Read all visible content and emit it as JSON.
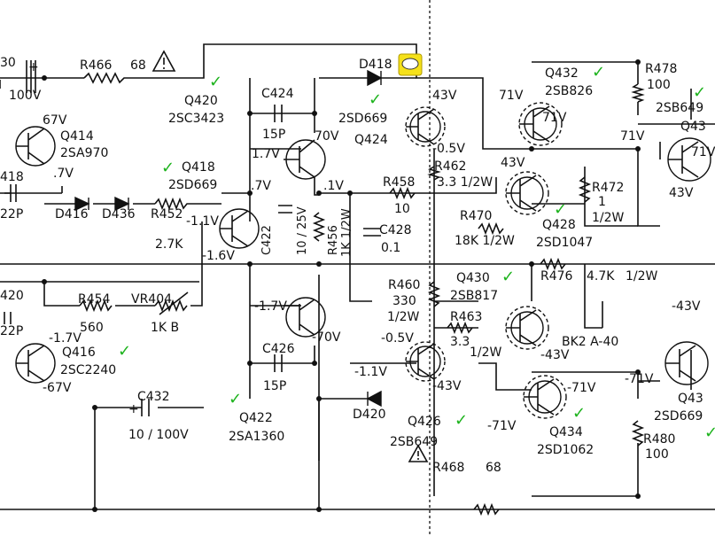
{
  "labels": {
    "r466": "R466",
    "r466v": "68",
    "top_left_v": "30",
    "top_left_plus": "+",
    "v100": "100V",
    "d418": "D418",
    "q420": "Q420",
    "q420t": "2SC3423",
    "c424": "C424",
    "c424v": "15P",
    "v70a": "70V",
    "v17a": "1.7V",
    "v1a": ".1V",
    "v17b": ".7V",
    "q414": "Q414",
    "q414t": "2SA970",
    "v67a": "67V",
    "v17c": ".7V",
    "c418": "418",
    "c418v": "22P",
    "q418": "Q418",
    "q418t": "2SD669",
    "d416": "D416",
    "d436": "D436",
    "r452": "R452",
    "r452v": "2.7K",
    "v11": "-1.1V",
    "v16": "-1.6V",
    "c422": "C422",
    "r456": "R456",
    "r456v": "1K 1/2W",
    "c10_25": "10 / 25V",
    "v43a": "43V",
    "v05": "-0.5V",
    "q424": "Q424",
    "q424t": "2SD669",
    "r462": "R462",
    "r462v": "3.3 1/2W",
    "r458": "R458",
    "r458v": "10",
    "c428": "C428",
    "c428v": "0.1",
    "r470": "R470",
    "r470v": "18K 1/2W",
    "q432": "Q432",
    "q432t": "2SB826",
    "v71a": "71V",
    "v71b": "71V",
    "v71c": "71V",
    "r478": "R478",
    "r478v": "100",
    "sb649r": "2SB649",
    "q43r": "Q43",
    "v71r": "71V",
    "v43r": "43V",
    "v43b": "43V",
    "r472": "R472",
    "r472v": "1",
    "r472w": "1/2W",
    "q428": "Q428",
    "q428t": "2SD1047",
    "q430": "Q430",
    "q430t": "2SB817",
    "r476": "R476",
    "r476v": "4.7K",
    "r476w": "1/2W",
    "r460": "R460",
    "r460v": "330",
    "r460w": "1/2W",
    "r463": "R463",
    "r463v": "3.3",
    "r463w": "1/2W",
    "v05b": "-0.5V",
    "v11b": "-1.1V",
    "v43c": "-43V",
    "v43d": "-43V",
    "v43e": "-43V",
    "bk2": "BK2 A-40",
    "q420l": "420",
    "c22p": "22P",
    "r454": "R454",
    "r454v": "560",
    "vr404": "VR404",
    "vr404v": "1K B",
    "v17d": "-1.7V",
    "v17e": "-1.7V",
    "v70b": "-70V",
    "v67b": "-67V",
    "q416": "Q416",
    "q416t": "2SC2240",
    "c426": "C426",
    "c426v": "15P",
    "c432": "C432",
    "c432v": "10 / 100V",
    "c432p": "+",
    "q422": "Q422",
    "q422t": "2SA1360",
    "d420": "D420",
    "q426": "Q426",
    "q426t": "2SB649",
    "v71d": "-71V",
    "v71e": "-71V",
    "v71f": "-71V",
    "q434": "Q434",
    "q434t": "2SD1062",
    "r480": "R480",
    "r480v": "100",
    "q43r2": "Q43",
    "sd669r": "2SD669",
    "r468": "R468",
    "r468v": "68"
  },
  "icons": {
    "checkmark": "✓",
    "warning": "warning-triangle-icon",
    "comment": "comment-bubble-icon"
  },
  "colors": {
    "check": "#1db31d",
    "comment_bg": "#f5e11a"
  }
}
